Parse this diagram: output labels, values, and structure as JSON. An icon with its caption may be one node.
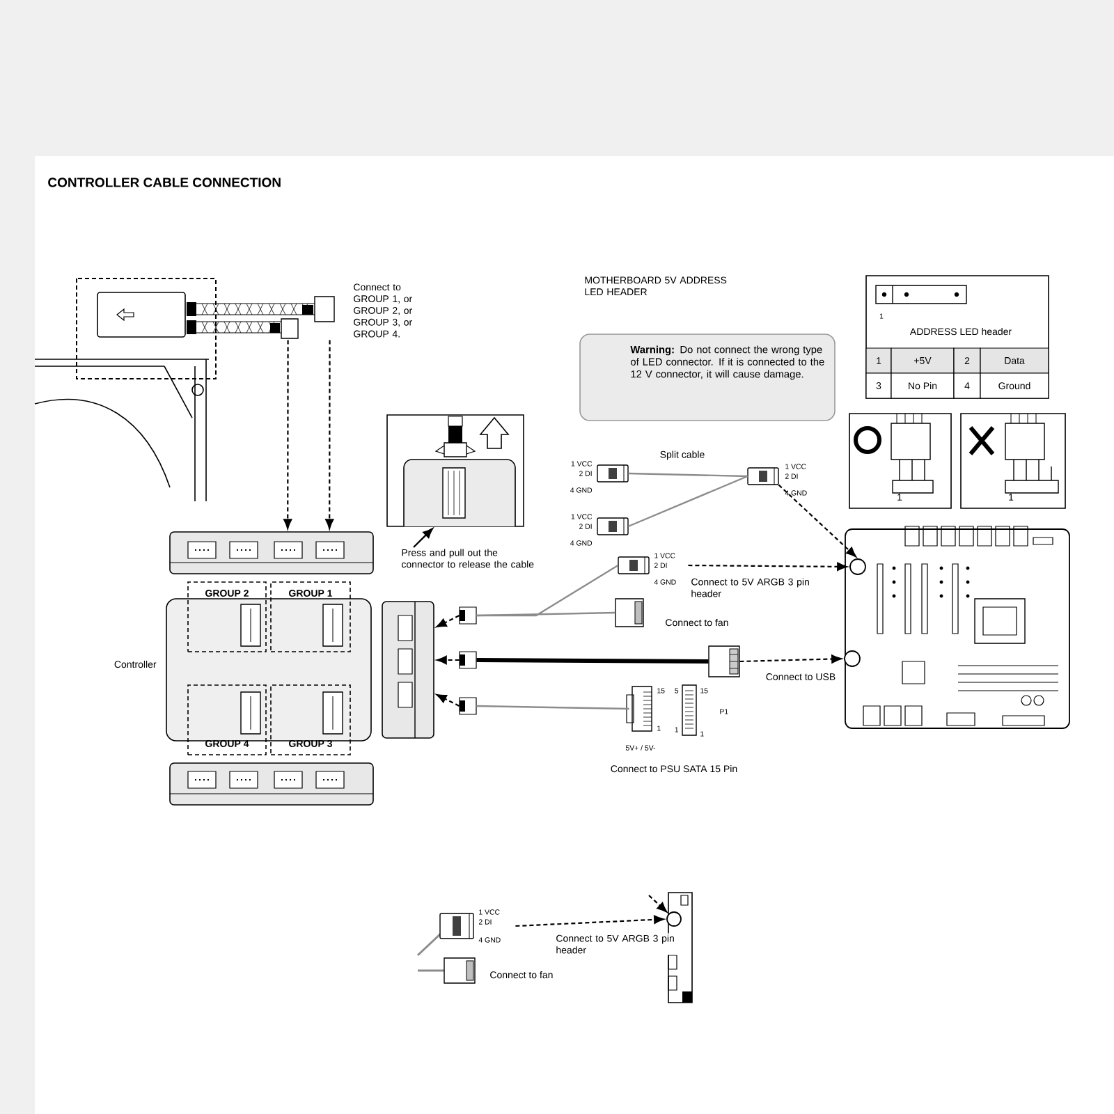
{
  "diagram": {
    "title": "CONTROLLER CABLE CONNECTION",
    "nodes": [
      {
        "text": [],
        "shape": "picture",
        "beside": [
          "Connect to GROUP 1, or GROUP 2, or GROUP 3, or GROUP 4."
        ]
      },
      {
        "text": [],
        "shape": "bar"
      },
      {
        "text": [],
        "shape": "box",
        "beside": [
          "Controller"
        ]
      },
      {
        "text": [
          "GROUP 2"
        ]
      },
      {
        "text": [
          "GROUP 1"
        ]
      },
      {
        "text": [
          "GROUP 4"
        ]
      },
      {
        "text": [
          "GROUP 3"
        ]
      },
      {
        "text": [],
        "shape": "bar"
      },
      {
        "text": [],
        "shape": "bar"
      },
      {
        "text": [],
        "shape": "picture"
      },
      {
        "text": [
          "Press and pull out the connector to release the cable"
        ]
      },
      {
        "text": [
          "**Warning:** Do not connect the wrong type of LED connector. If it is connected to the 12 V connector, it will cause damage."
        ]
      },
      {
        "text": [],
        "shape": "picture",
        "beside": [
          "1 VCC",
          "2 DI",
          "4 GND"
        ]
      },
      {
        "text": [],
        "shape": "picture",
        "beside": [
          "1 VCC",
          "2 DI",
          "4 GND"
        ]
      },
      {
        "text": [],
        "shape": "picture",
        "beside": [
          "1 VCC",
          "2 DI",
          "4 GND"
        ]
      },
      {
        "text": [],
        "shape": "picture",
        "beside": [
          "1 VCC",
          "2 DI",
          "4 GND"
        ]
      },
      {
        "text": [],
        "shape": "picture",
        "beside": [
          "Connect to fan"
        ]
      },
      {
        "text": [],
        "shape": "picture"
      },
      {
        "text": [],
        "shape": "picture",
        "beside": [
          "15",
          "1",
          "5V+ / 5V-"
        ]
      },
      {
        "text": [],
        "shape": "picture",
        "beside": [
          "5",
          "15",
          "1",
          "1",
          "P1"
        ]
      },
      {
        "text": [],
        "shape": "picture"
      },
      {
        "text": [],
        "shape": "circle",
        "in": 20
      },
      {
        "text": [],
        "shape": "circle",
        "in": 20
      },
      {
        "text": [],
        "shape": "picture"
      },
      {
        "text": [],
        "shape": "picture"
      },
      {
        "text": [],
        "shape": "picture"
      },
      {
        "text": [],
        "shape": "picture",
        "beside": [
          "1 VCC",
          "2 DI",
          "4 GND"
        ]
      },
      {
        "text": [],
        "shape": "picture",
        "beside": [
          "Connect to fan"
        ]
      },
      {
        "text": [],
        "shape": "picture"
      },
      {
        "text": [],
        "shape": "circle",
        "in": 28
      }
    ],
    "edges": [
      {
        "from": 0,
        "to": 1,
        "arrow": "to",
        "style": "dashed"
      },
      {
        "from": 0,
        "to": 1,
        "arrow": "to",
        "style": "dashed"
      },
      {
        "from": 10,
        "to": 9,
        "arrow": "to"
      },
      {
        "from": 12,
        "to": 14,
        "arrow": "none",
        "label": "Split cable",
        "color": "#8c8c8c"
      },
      {
        "from": 13,
        "to": 14,
        "arrow": "none",
        "color": "#8c8c8c"
      },
      {
        "from": 14,
        "to": 21,
        "arrow": "to",
        "style": "dashed"
      },
      {
        "from": 15,
        "to": 21,
        "arrow": "to",
        "style": "dashed",
        "label": "Connect to 5V ARGB 3 pin header"
      },
      {
        "from": 23,
        "to": 15,
        "arrow": "none",
        "color": "#8c8c8c"
      },
      {
        "from": 23,
        "to": 16,
        "arrow": "none",
        "color": "#8c8c8c"
      },
      {
        "from": 24,
        "to": 17,
        "arrow": "none",
        "style": "thick"
      },
      {
        "from": 17,
        "to": 22,
        "arrow": "to",
        "style": "dashed",
        "label": "Connect to USB"
      },
      {
        "from": 25,
        "to": 18,
        "arrow": "none",
        "color": "#8c8c8c"
      },
      {
        "from": 23,
        "to": 8,
        "arrow": "to",
        "style": "dashed"
      },
      {
        "from": 24,
        "to": 8,
        "arrow": "to",
        "style": "dashed"
      },
      {
        "from": 25,
        "to": 8,
        "arrow": "to",
        "style": "dashed"
      },
      {
        "from": 26,
        "to": 29,
        "arrow": "to",
        "style": "dashed",
        "label": "Connect to 5V ARGB 3 pin header"
      },
      {
        "from": null,
        "to": 29,
        "arrow": "to",
        "style": "dashed"
      }
    ],
    "labels": [
      "MOTHERBOARD 5V ADDRESS LED HEADER",
      "1",
      "ADDRESS LED header",
      "1",
      "+5V",
      "2",
      "Data",
      "3",
      "No Pin",
      "4",
      "Ground",
      "1",
      "1",
      "Connect to PSU SATA 15 Pin"
    ]
  }
}
